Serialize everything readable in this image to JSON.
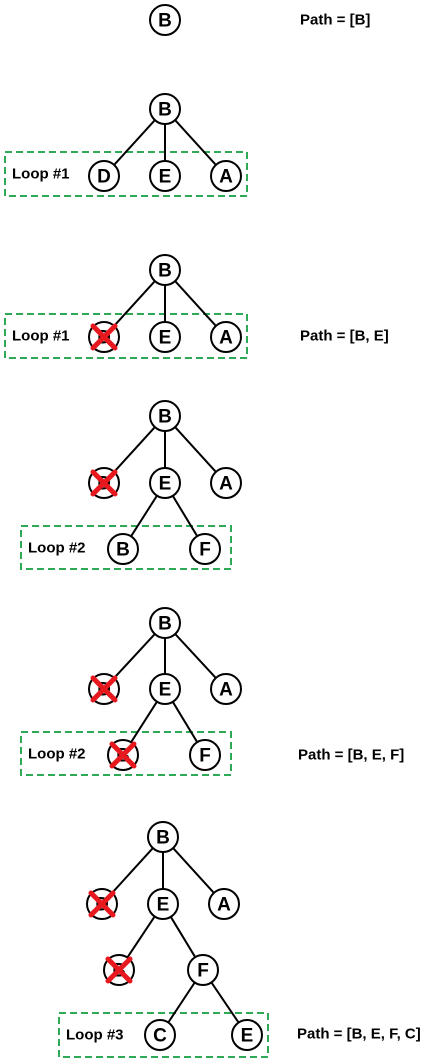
{
  "colors": {
    "loop_border": "#2eaa57",
    "cross": "#e8191e",
    "crossed_fill": "#d8d8d8"
  },
  "panels": [
    {
      "nodes": [
        {
          "label": "B"
        }
      ],
      "edges": [],
      "loop": null,
      "path": "Path = [B]"
    },
    {
      "nodes": [
        {
          "label": "B"
        },
        {
          "label": "D"
        },
        {
          "label": "E"
        },
        {
          "label": "A"
        }
      ],
      "edges": [
        [
          0,
          1
        ],
        [
          0,
          2
        ],
        [
          0,
          3
        ]
      ],
      "loop": {
        "label": "Loop #1"
      },
      "path": ""
    },
    {
      "nodes": [
        {
          "label": "B"
        },
        {
          "label": "D",
          "crossed": true
        },
        {
          "label": "E"
        },
        {
          "label": "A"
        }
      ],
      "edges": [
        [
          0,
          1
        ],
        [
          0,
          2
        ],
        [
          0,
          3
        ]
      ],
      "loop": {
        "label": "Loop #1"
      },
      "path": "Path = [B, E]"
    },
    {
      "nodes": [
        {
          "label": "B"
        },
        {
          "label": "D",
          "crossed": true
        },
        {
          "label": "E"
        },
        {
          "label": "A"
        },
        {
          "label": "B"
        },
        {
          "label": "F"
        }
      ],
      "edges": [
        [
          0,
          1
        ],
        [
          0,
          2
        ],
        [
          0,
          3
        ],
        [
          2,
          4
        ],
        [
          2,
          5
        ]
      ],
      "loop": {
        "label": "Loop #2"
      },
      "path": ""
    },
    {
      "nodes": [
        {
          "label": "B"
        },
        {
          "label": "D",
          "crossed": true
        },
        {
          "label": "E"
        },
        {
          "label": "A"
        },
        {
          "label": "B",
          "crossed": true
        },
        {
          "label": "F"
        }
      ],
      "edges": [
        [
          0,
          1
        ],
        [
          0,
          2
        ],
        [
          0,
          3
        ],
        [
          2,
          4
        ],
        [
          2,
          5
        ]
      ],
      "loop": {
        "label": "Loop #2"
      },
      "path": "Path = [B, E, F]"
    },
    {
      "nodes": [
        {
          "label": "B"
        },
        {
          "label": "D",
          "crossed": true
        },
        {
          "label": "E"
        },
        {
          "label": "A"
        },
        {
          "label": "B",
          "crossed": true
        },
        {
          "label": "F"
        },
        {
          "label": "C"
        },
        {
          "label": "E"
        }
      ],
      "edges": [
        [
          0,
          1
        ],
        [
          0,
          2
        ],
        [
          0,
          3
        ],
        [
          2,
          4
        ],
        [
          2,
          5
        ],
        [
          5,
          6
        ],
        [
          5,
          7
        ]
      ],
      "loop": {
        "label": "Loop #3"
      },
      "path": "Path = [B, E, F, C]"
    }
  ]
}
